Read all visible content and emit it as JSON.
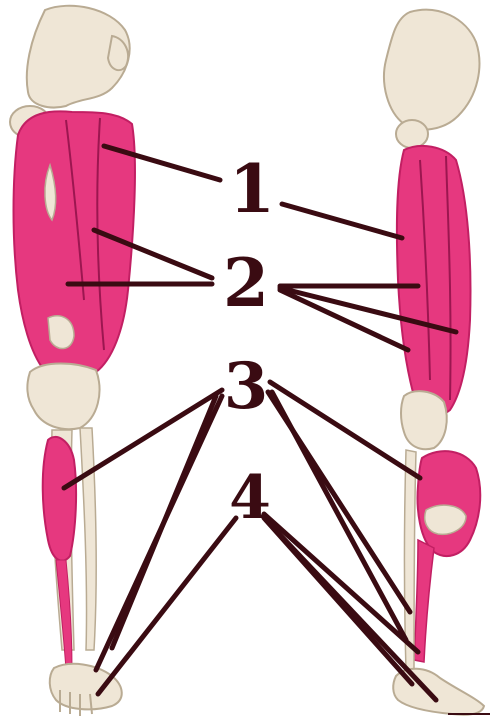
{
  "labels": [
    {
      "id": "label-1",
      "text": "1"
    },
    {
      "id": "label-2",
      "text": "2"
    },
    {
      "id": "label-3",
      "text": "3"
    },
    {
      "id": "label-4",
      "text": "4"
    }
  ],
  "colors": {
    "background": "#ffffff",
    "bone": "#efe6d6",
    "bone_outline": "#b9ab93",
    "muscle": "#e6387f",
    "muscle_dark": "#c21f63",
    "leader_line": "#3a0b12",
    "label": "#3a0b12"
  }
}
